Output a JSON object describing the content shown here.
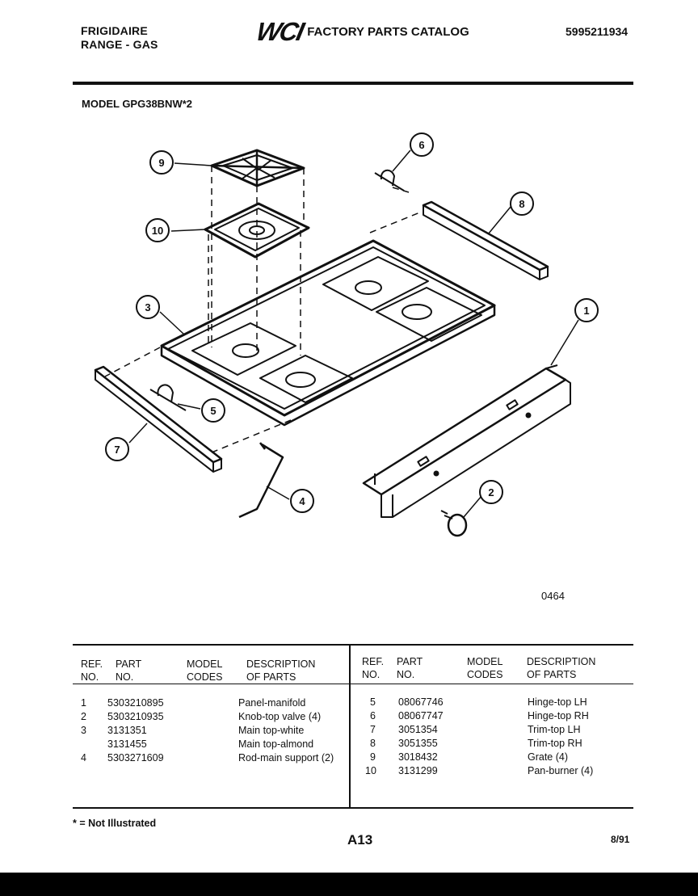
{
  "header": {
    "brand_line1": "FRIGIDAIRE",
    "brand_line2": "RANGE - GAS",
    "logo": "WCI",
    "catalog_title": "FACTORY PARTS CATALOG",
    "document_number": "5995211934"
  },
  "model_label": "MODEL GPG38BNW*2",
  "diagram": {
    "figure_number": "0464",
    "callouts": [
      "9",
      "6",
      "10",
      "8",
      "3",
      "1",
      "5",
      "7",
      "4",
      "2"
    ]
  },
  "table": {
    "headers": {
      "ref_line1": "REF.",
      "ref_line2": "NO.",
      "part_line1": "PART",
      "part_line2": "NO.",
      "model_line1": "MODEL",
      "model_line2": "CODES",
      "desc_line1": "DESCRIPTION",
      "desc_line2": "OF PARTS"
    },
    "left_rows": [
      {
        "ref": "1",
        "part": "5303210895",
        "desc": "Panel-manifold"
      },
      {
        "ref": "2",
        "part": "5303210935",
        "desc": "Knob-top valve (4)"
      },
      {
        "ref": "3",
        "part": "3131351",
        "desc": "Main top-white"
      },
      {
        "ref": "",
        "part": "3131455",
        "desc": "Main top-almond"
      },
      {
        "ref": "4",
        "part": "5303271609",
        "desc": "Rod-main support (2)"
      }
    ],
    "right_rows": [
      {
        "ref": "5",
        "part": "08067746",
        "desc": "Hinge-top LH"
      },
      {
        "ref": "6",
        "part": "08067747",
        "desc": "Hinge-top RH"
      },
      {
        "ref": "7",
        "part": "3051354",
        "desc": "Trim-top LH"
      },
      {
        "ref": "8",
        "part": "3051355",
        "desc": "Trim-top RH"
      },
      {
        "ref": "9",
        "part": "3018432",
        "desc": "Grate (4)"
      },
      {
        "ref": "10",
        "part": "3131299",
        "desc": "Pan-burner (4)"
      }
    ]
  },
  "footer": {
    "note": "* = Not Illustrated",
    "page": "A13",
    "date": "8/91"
  }
}
